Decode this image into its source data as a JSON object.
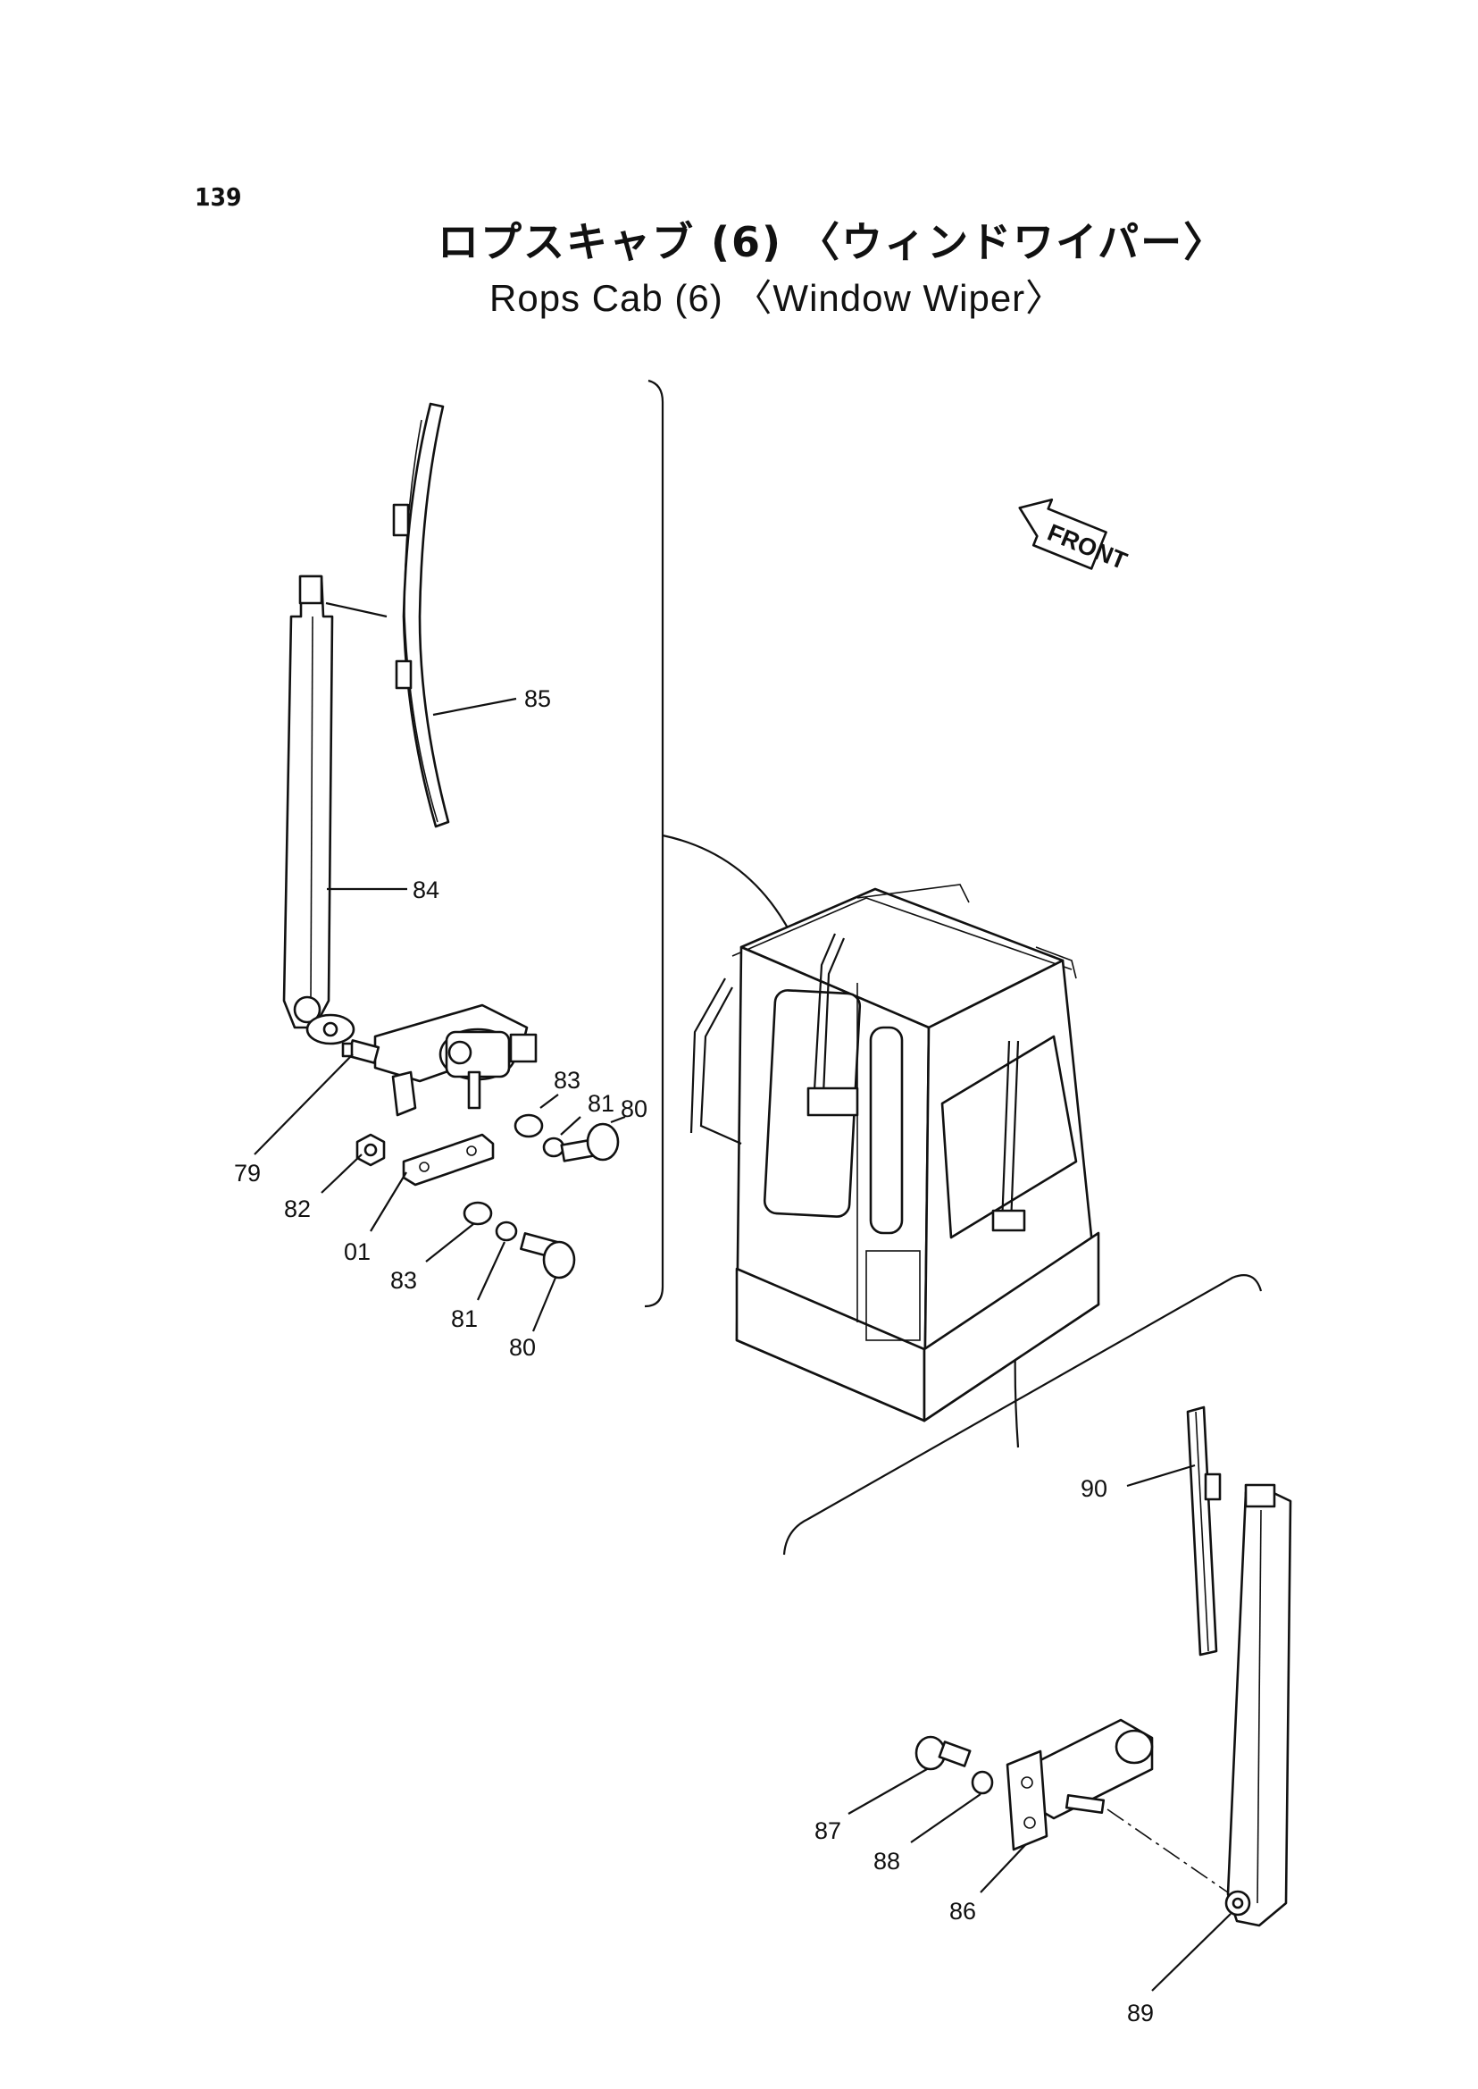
{
  "page": {
    "number": "139"
  },
  "title": {
    "jp": "ロプスキャブ (6) 〈ウィンドワイパー〉",
    "en": "Rops Cab (6) 〈Window Wiper〉"
  },
  "front_arrow": {
    "label": "FRONT"
  },
  "callouts": [
    {
      "id": "85",
      "text": "85"
    },
    {
      "id": "84",
      "text": "84"
    },
    {
      "id": "83a",
      "text": "83"
    },
    {
      "id": "81a",
      "text": "81"
    },
    {
      "id": "80a",
      "text": "80"
    },
    {
      "id": "79",
      "text": "79"
    },
    {
      "id": "82",
      "text": "82"
    },
    {
      "id": "01",
      "text": "01"
    },
    {
      "id": "83b",
      "text": "83"
    },
    {
      "id": "81b",
      "text": "81"
    },
    {
      "id": "80b",
      "text": "80"
    },
    {
      "id": "90",
      "text": "90"
    },
    {
      "id": "87",
      "text": "87"
    },
    {
      "id": "88",
      "text": "88"
    },
    {
      "id": "86",
      "text": "86"
    },
    {
      "id": "89",
      "text": "89"
    }
  ]
}
